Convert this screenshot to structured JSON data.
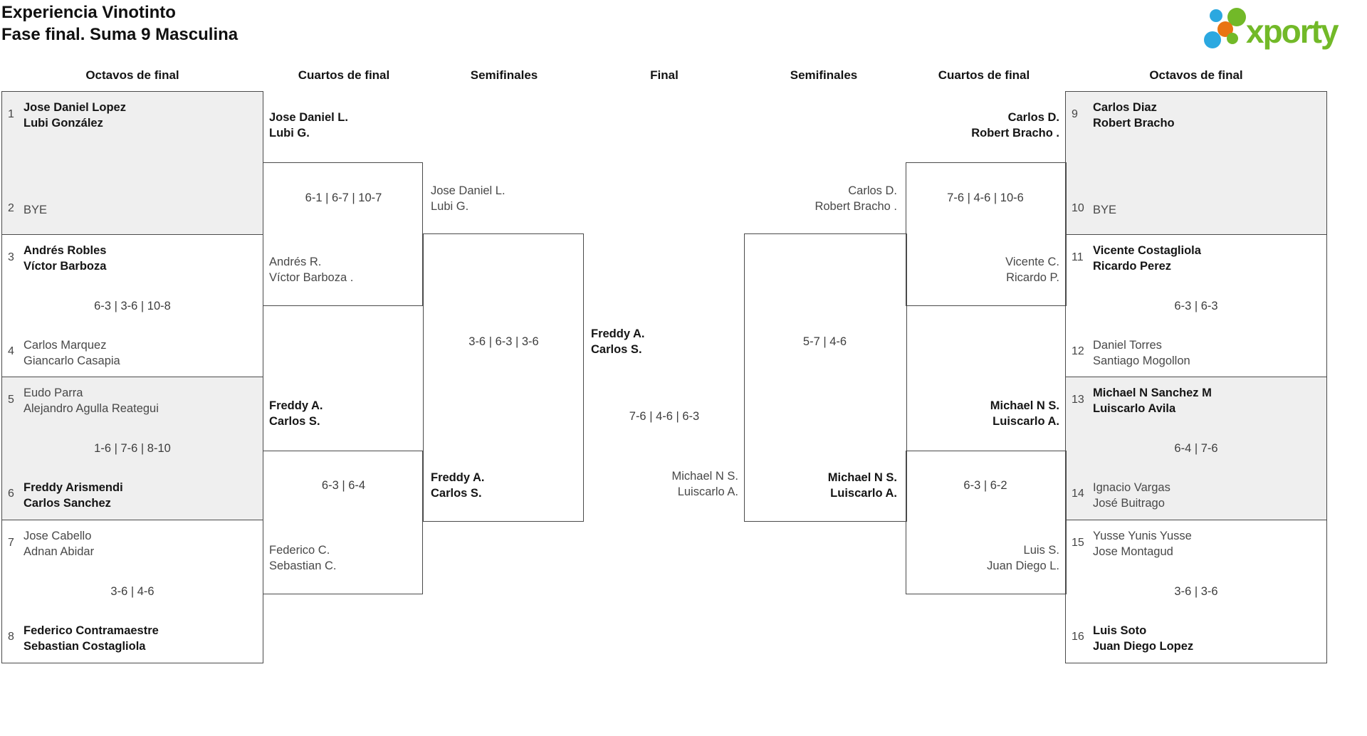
{
  "title": {
    "line1": "Experiencia Vinotinto",
    "line2": "Fase final. Suma 9 Masculina"
  },
  "logo": {
    "wordmark": "xporty",
    "colors": {
      "green": "#72b928",
      "blue": "#2ba8e0",
      "orange": "#e97412"
    }
  },
  "round_headers": [
    "Octavos de final",
    "Cuartos de final",
    "Semifinales",
    "Final",
    "Semifinales",
    "Cuartos de final",
    "Octavos de final"
  ],
  "octavos_left": [
    {
      "seed_top": "1",
      "team_top": [
        "Jose Daniel Lopez",
        "Lubi González"
      ],
      "score": "",
      "seed_bottom": "2",
      "team_bottom": [
        "BYE"
      ]
    },
    {
      "seed_top": "3",
      "team_top": [
        "Andrés Robles",
        "Víctor Barboza"
      ],
      "score": "6-3 | 3-6 | 10-8",
      "seed_bottom": "4",
      "team_bottom": [
        "Carlos Marquez",
        "Giancarlo Casapia"
      ]
    },
    {
      "seed_top": "5",
      "team_top": [
        "Eudo Parra",
        "Alejandro Agulla Reategui"
      ],
      "score": "1-6 | 7-6 | 8-10",
      "seed_bottom": "6",
      "team_bottom": [
        "Freddy Arismendi",
        "Carlos Sanchez"
      ]
    },
    {
      "seed_top": "7",
      "team_top": [
        "Jose Cabello",
        "Adnan Abidar"
      ],
      "score": "3-6 | 4-6",
      "seed_bottom": "8",
      "team_bottom": [
        "Federico Contramaestre",
        "Sebastian Costagliola"
      ]
    }
  ],
  "octavos_right": [
    {
      "seed_top": "9",
      "team_top": [
        "Carlos Diaz",
        "Robert Bracho"
      ],
      "score": "",
      "seed_bottom": "10",
      "team_bottom": [
        "BYE"
      ]
    },
    {
      "seed_top": "11",
      "team_top": [
        "Vicente Costagliola",
        "Ricardo Perez"
      ],
      "score": "6-3 | 6-3",
      "seed_bottom": "12",
      "team_bottom": [
        "Daniel Torres",
        "Santiago Mogollon"
      ]
    },
    {
      "seed_top": "13",
      "team_top": [
        "Michael N Sanchez M",
        "Luiscarlo Avila"
      ],
      "score": "6-4 | 7-6",
      "seed_bottom": "14",
      "team_bottom": [
        "Ignacio Vargas",
        "José Buitrago"
      ]
    },
    {
      "seed_top": "15",
      "team_top": [
        "Yusse Yunis Yusse",
        "Jose Montagud"
      ],
      "score": "3-6 | 3-6",
      "seed_bottom": "16",
      "team_bottom": [
        "Luis Soto",
        "Juan Diego Lopez"
      ]
    }
  ],
  "cuartos_left": [
    {
      "winner": [
        "Jose Daniel L.",
        "Lubi G."
      ],
      "score": "6-1 | 6-7 | 10-7",
      "loser": [
        "Andrés R.",
        "Víctor Barboza ."
      ]
    },
    {
      "winner": [
        "Freddy A.",
        "Carlos S."
      ],
      "score": "6-3 | 6-4",
      "loser": [
        "Federico C.",
        "Sebastian C."
      ]
    }
  ],
  "cuartos_right": [
    {
      "winner": [
        "Carlos D.",
        "Robert Bracho ."
      ],
      "score": "7-6 | 4-6 | 10-6",
      "loser": [
        "Vicente C.",
        "Ricardo P."
      ]
    },
    {
      "winner": [
        "Michael N S.",
        "Luiscarlo A."
      ],
      "score": "6-3 | 6-2",
      "loser": [
        "Luis S.",
        "Juan Diego L."
      ]
    }
  ],
  "semifinal_left": {
    "top": [
      "Jose Daniel L.",
      "Lubi G."
    ],
    "score": "3-6 | 6-3 | 3-6",
    "bottom": [
      "Freddy A.",
      "Carlos S."
    ]
  },
  "semifinal_right": {
    "top": [
      "Carlos D.",
      "Robert Bracho ."
    ],
    "score": "5-7 | 4-6",
    "bottom": [
      "Michael N S.",
      "Luiscarlo A."
    ]
  },
  "final": {
    "left": [
      "Freddy A.",
      "Carlos S."
    ],
    "score": "7-6 | 4-6 | 6-3",
    "right": [
      "Michael N S.",
      "Luiscarlo A."
    ]
  }
}
